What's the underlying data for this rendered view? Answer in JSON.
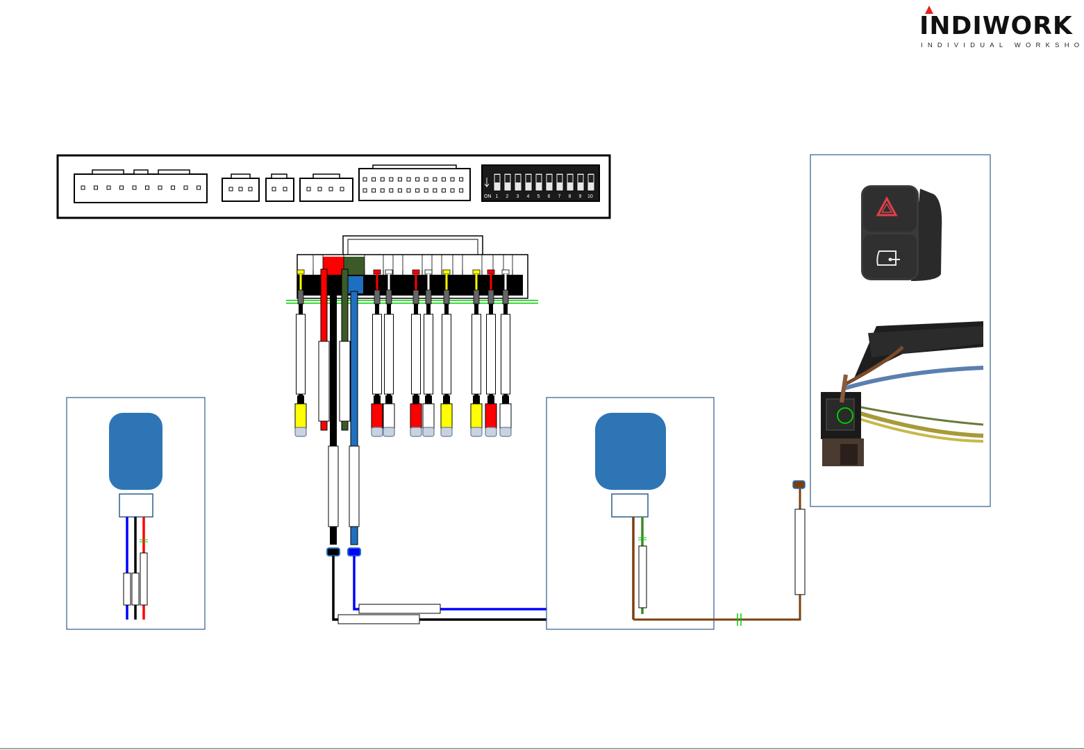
{
  "brand": {
    "name": "INDIWORK",
    "tagline": "INDIVIDUAL WORKSHOP",
    "accent_color": "#e2231a"
  },
  "interface_unit": {
    "dip_switch": {
      "on_label": "ON",
      "positions": [
        "1",
        "2",
        "3",
        "4",
        "5",
        "6",
        "7",
        "8",
        "9",
        "10"
      ]
    }
  },
  "wire_colors": {
    "black": "#000000",
    "red": "#ff0000",
    "blue": "#0000ff",
    "steel_blue": "#1f6fc0",
    "dark_green": "#3c5a28",
    "brown": "#7a3f10",
    "yellow": "#ffff00",
    "junction_green": "#00cc00",
    "module_blue": "#2e75b6",
    "frame_blue": "#2e5c8a"
  },
  "icons": [
    "hazard-triangle-icon",
    "door-lock-icon"
  ]
}
